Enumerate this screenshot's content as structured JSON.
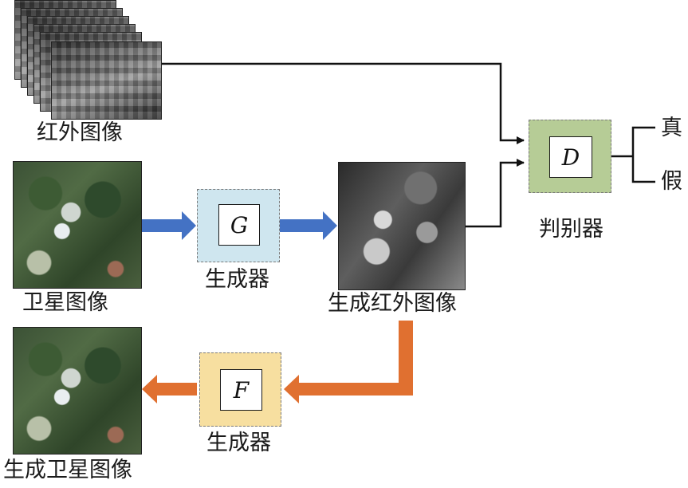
{
  "labels": {
    "infrared_image": "红外图像",
    "satellite_image": "卫星图像",
    "generator_g_caption": "生成器",
    "generated_infrared": "生成红外图像",
    "generator_f_caption": "生成器",
    "generated_satellite": "生成卫星图像",
    "discriminator_caption": "判别器",
    "real": "真",
    "fake": "假"
  },
  "modules": {
    "generator_g": "G",
    "generator_f": "F",
    "discriminator": "D"
  },
  "colors": {
    "blue_arrow": "#4472c4",
    "orange_arrow": "#e07030",
    "generator_g_fill": "#cfe6ef",
    "generator_f_fill": "#f7dfa0",
    "discriminator_fill": "#b6cc96",
    "line": "#111111"
  }
}
